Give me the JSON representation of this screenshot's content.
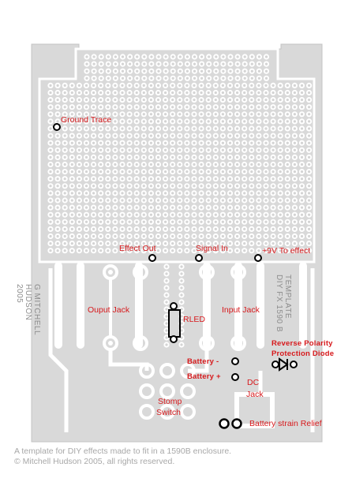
{
  "colors": {
    "board_fill": "#d9d9d9",
    "board_edge": "#bdbdbd",
    "pad_ring": "#ffffff",
    "hole": "#d4d4d4",
    "marker": "#000000",
    "label": "#d7191c",
    "footer": "#a8a8a8",
    "engraved_text": "#8c8c8c"
  },
  "labels": {
    "ground_trace": "Ground Trace",
    "effect_out": "Effect Out",
    "signal_in": "Signal In",
    "plus9v": "+9V To effect",
    "ouput_jack": "Ouput Jack",
    "rled": "RLED",
    "input_jack": "Input Jack",
    "reverse_polarity_1": "Reverse Polarity",
    "reverse_polarity_2": "Protection Diode",
    "battery_minus": "Battery -",
    "battery_plus": "Battery +",
    "dc_1": "DC",
    "dc_2": "Jack",
    "stomp_1": "Stomp",
    "stomp_2": "Switch",
    "battery_strain": "Battery strain Relief"
  },
  "engraved_left": [
    "G MITCHELL",
    "HUDSON",
    "2005"
  ],
  "engraved_right": [
    "TEMPLATE",
    "DIY FX 1590 B"
  ],
  "footer": {
    "line1": "A template for DIY effects made to fit in a 1590B enclosure.",
    "line2": "© Mitchell Hudson 2005, all rights reserved."
  }
}
